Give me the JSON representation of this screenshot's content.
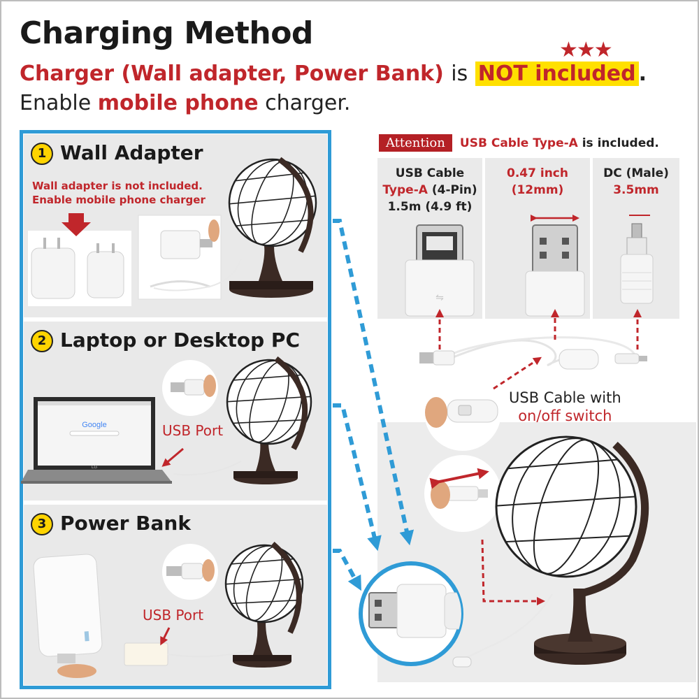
{
  "header": {
    "title": "Charging Method",
    "line2_red": "Charger (Wall adapter, Power Bank)",
    "line2_is": "is",
    "line2_highlight": "NOT included",
    "line2_period": ".",
    "stars": "★★★",
    "line3_a": "Enable",
    "line3_red": "mobile phone",
    "line3_b": "charger."
  },
  "panels": [
    {
      "number": "1",
      "title": "Wall Adapter",
      "note1": "Wall adapter is not included.",
      "note2": "Enable mobile phone charger"
    },
    {
      "number": "2",
      "title": "Laptop or Desktop PC",
      "port": "USB Port",
      "screen_text": "Google",
      "laptop_brand": "LG"
    },
    {
      "number": "3",
      "title": "Power Bank",
      "port": "USB Port"
    }
  ],
  "attention": {
    "badge": "Attention",
    "text_red": "USB Cable Type-A",
    "text": "is included."
  },
  "specs": [
    {
      "line1": "USB Cable",
      "line2_red": "Type-A",
      "line2": "(4-Pin)",
      "line3": "1.5m (4.9 ft)"
    },
    {
      "line1_red": "0.47 inch",
      "line2_red": "(12mm)"
    },
    {
      "line1": "DC (Male)",
      "line2_red": "3.5mm"
    }
  ],
  "switch_label": {
    "line1": "USB Cable with",
    "line2_red": "on/off switch"
  },
  "colors": {
    "accent_blue": "#2f9bd6",
    "brand_red": "#c0262b",
    "highlight_yellow": "#ffe000",
    "globe_base": "#3b2a24"
  }
}
